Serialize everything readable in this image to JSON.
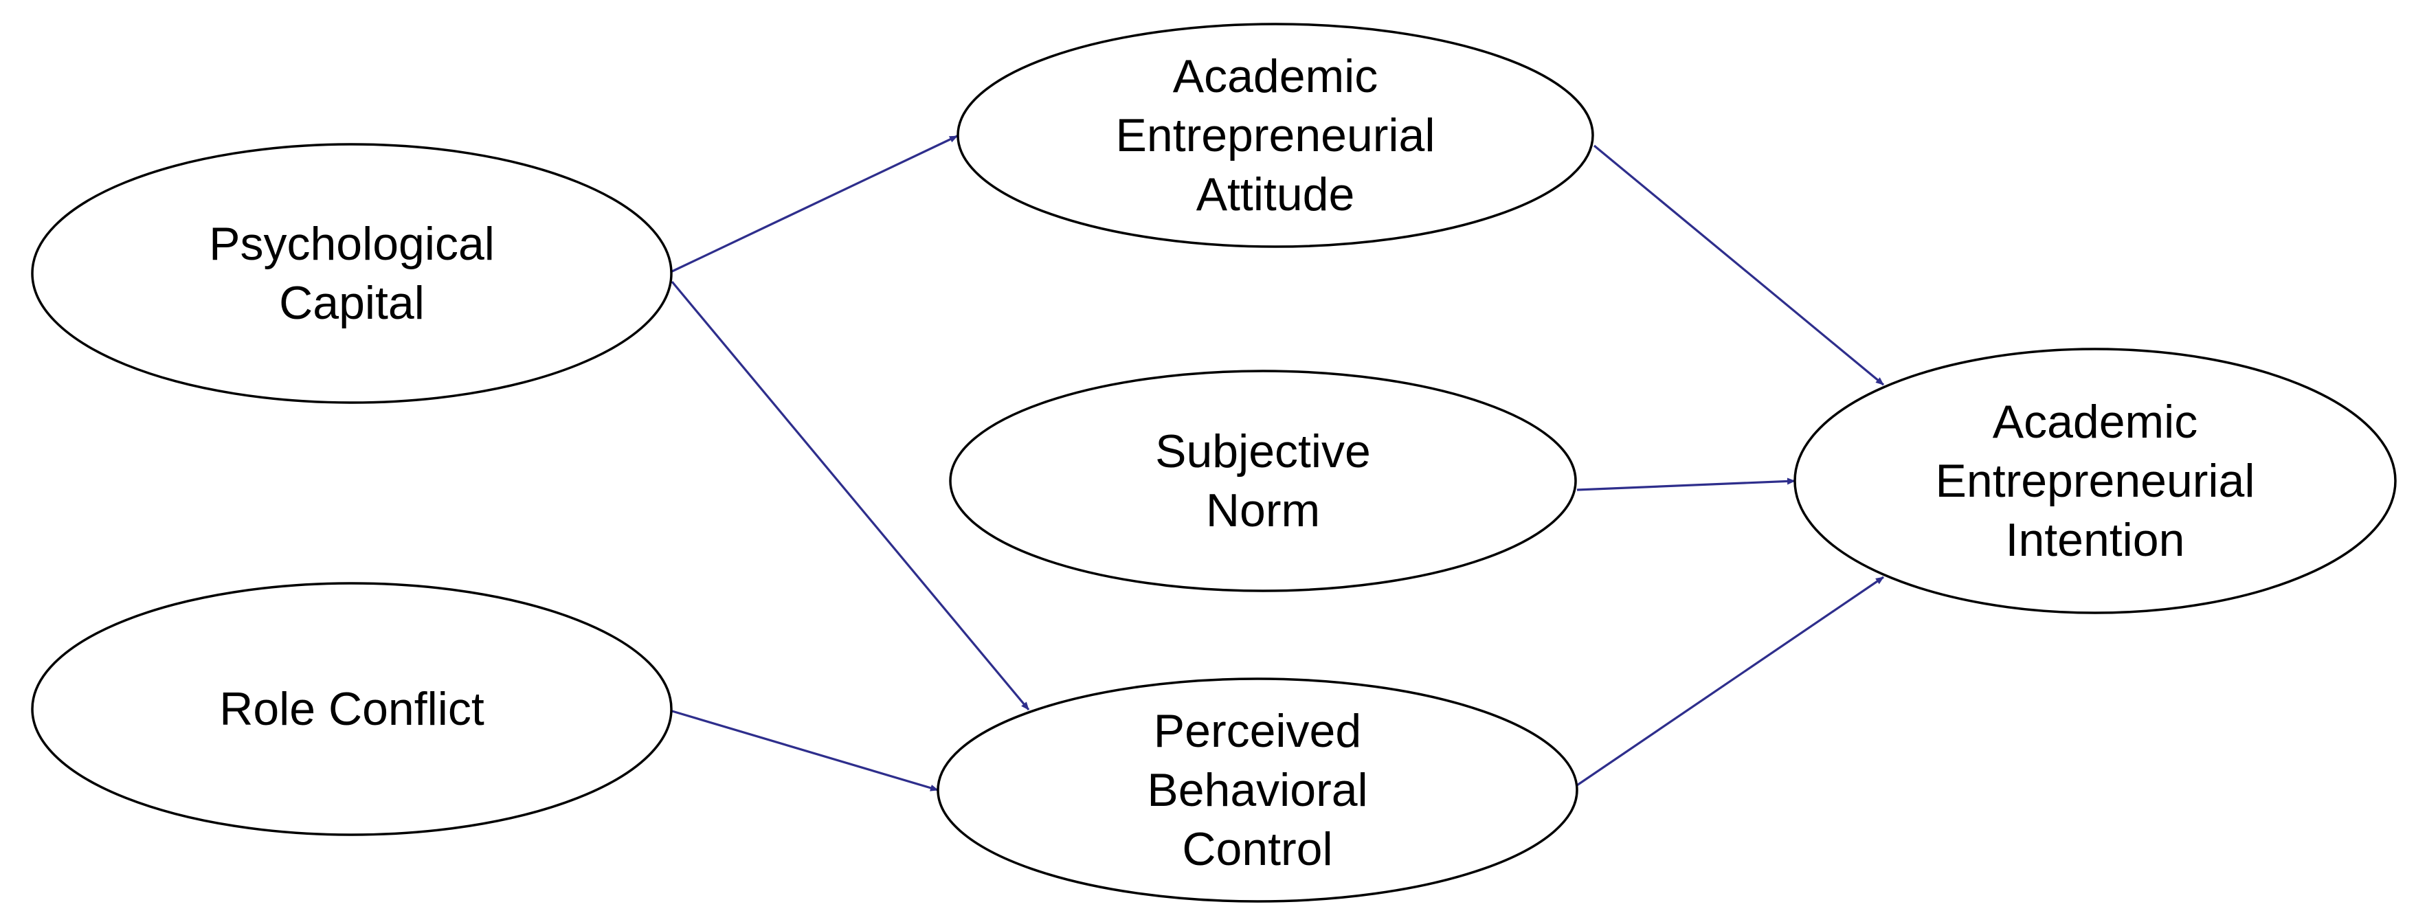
{
  "diagram": {
    "type": "path-model",
    "edge_color": "#2e2e8c",
    "nodes": [
      {
        "id": "psych",
        "lines": [
          "Psychological",
          "Capital"
        ]
      },
      {
        "id": "role",
        "lines": [
          "Role Conflict"
        ]
      },
      {
        "id": "attitude",
        "lines": [
          "Academic",
          "Entrepreneurial",
          "Attitude"
        ]
      },
      {
        "id": "norm",
        "lines": [
          "Subjective",
          "Norm"
        ]
      },
      {
        "id": "pbc",
        "lines": [
          "Perceived",
          "Behavioral",
          "Control"
        ]
      },
      {
        "id": "intention",
        "lines": [
          "Academic",
          "Entrepreneurial",
          "Intention"
        ]
      }
    ],
    "edges": [
      {
        "from": "psych",
        "to": "attitude"
      },
      {
        "from": "psych",
        "to": "pbc"
      },
      {
        "from": "role",
        "to": "pbc"
      },
      {
        "from": "attitude",
        "to": "intention"
      },
      {
        "from": "norm",
        "to": "intention"
      },
      {
        "from": "pbc",
        "to": "intention"
      }
    ]
  }
}
